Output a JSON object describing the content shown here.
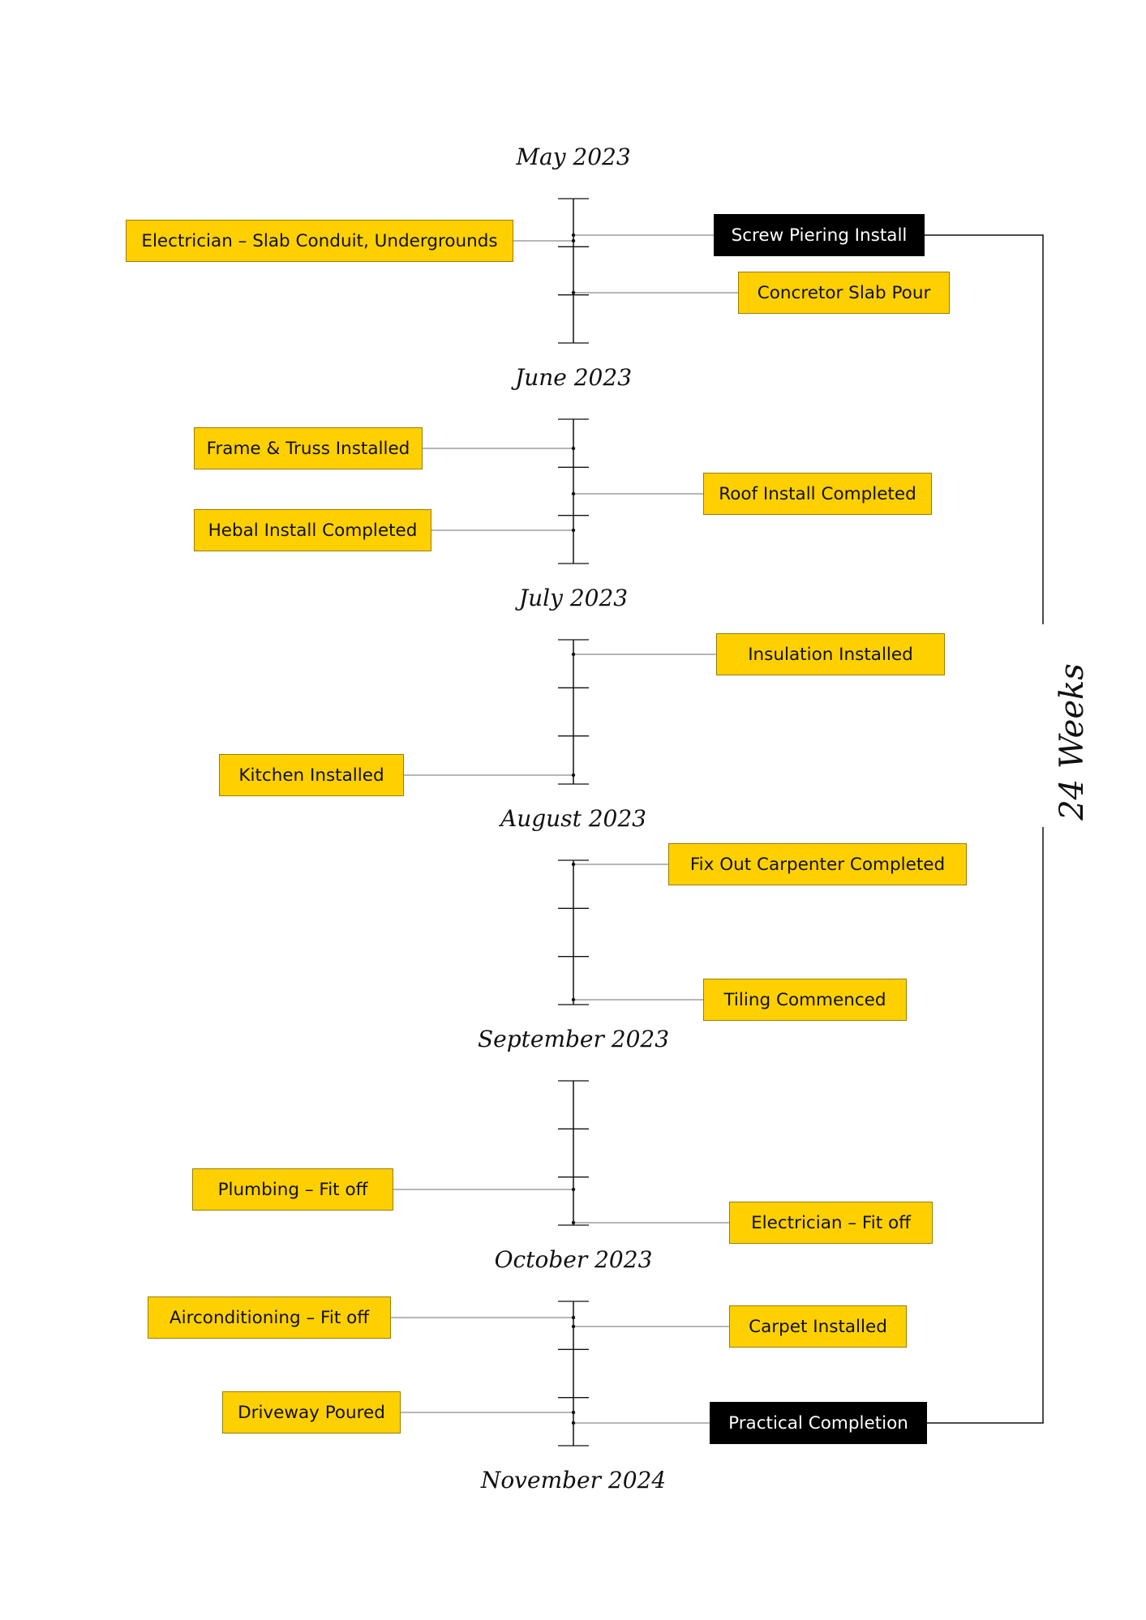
{
  "timeline": {
    "months": [
      {
        "label": "May 2023"
      },
      {
        "label": "June 2023"
      },
      {
        "label": "July 2023"
      },
      {
        "label": "August 2023"
      },
      {
        "label": "September 2023"
      },
      {
        "label": "October 2023"
      },
      {
        "label": "November 2024"
      }
    ],
    "tasks": [
      {
        "label": "Electrician – Slab Conduit, Undergrounds",
        "side": "left",
        "milestone": false
      },
      {
        "label": "Screw Piering Install",
        "side": "right",
        "milestone": true
      },
      {
        "label": "Concretor Slab Pour",
        "side": "right",
        "milestone": false
      },
      {
        "label": "Frame & Truss Installed",
        "side": "left",
        "milestone": false
      },
      {
        "label": "Roof Install Completed",
        "side": "right",
        "milestone": false
      },
      {
        "label": "Hebal Install Completed",
        "side": "left",
        "milestone": false
      },
      {
        "label": "Insulation Installed",
        "side": "right",
        "milestone": false
      },
      {
        "label": "Kitchen Installed",
        "side": "left",
        "milestone": false
      },
      {
        "label": "Fix Out Carpenter Completed",
        "side": "right",
        "milestone": false
      },
      {
        "label": "Tiling Commenced",
        "side": "right",
        "milestone": false
      },
      {
        "label": "Plumbing – Fit off",
        "side": "left",
        "milestone": false
      },
      {
        "label": "Electrician – Fit off",
        "side": "right",
        "milestone": false
      },
      {
        "label": "Airconditioning – Fit off",
        "side": "left",
        "milestone": false
      },
      {
        "label": "Carpet Installed",
        "side": "right",
        "milestone": false
      },
      {
        "label": "Driveway Poured",
        "side": "left",
        "milestone": false
      },
      {
        "label": "Practical Completion",
        "side": "right",
        "milestone": true
      }
    ],
    "duration_label": "24 Weeks",
    "colors": {
      "task_fill": "#ffd000",
      "milestone_fill": "#000000",
      "line": "#111111"
    }
  }
}
